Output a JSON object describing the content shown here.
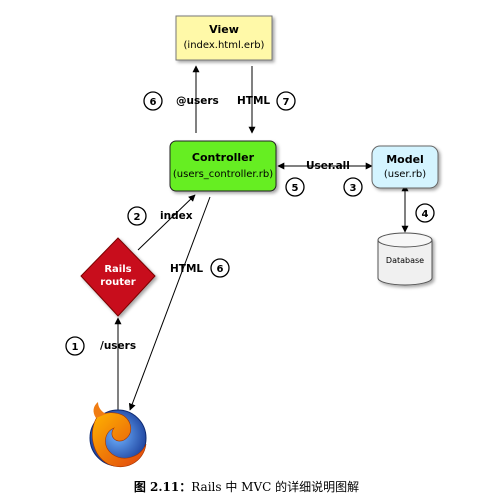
{
  "view": {
    "title": "View",
    "file": "(index.html.erb)"
  },
  "controller": {
    "title": "Controller",
    "file": "(users_controller.rb)"
  },
  "model": {
    "title": "Model",
    "file": "(user.rb)"
  },
  "database": {
    "label": "Database"
  },
  "router": {
    "line1": "Rails",
    "line2": "router"
  },
  "steps": [
    {
      "num": "1",
      "label": "/users"
    },
    {
      "num": "2",
      "label": "index"
    },
    {
      "num": "3",
      "label": "User.all"
    },
    {
      "num": "4",
      "label": ""
    },
    {
      "num": "5",
      "label": ""
    },
    {
      "num": "6",
      "label": "@users"
    },
    {
      "num": "7",
      "label": "HTML"
    },
    {
      "num": "6",
      "label": "HTML"
    }
  ],
  "caption": {
    "figure": "图 2.11：",
    "text": "Rails 中 MVC 的详细说明图解"
  },
  "colors": {
    "view_fill": "#fff9a8",
    "controller_fill": "#66ee22",
    "model_fill": "#d4f4ff",
    "router_fill": "#c8111a",
    "database_fill": "#f0f0f0"
  }
}
